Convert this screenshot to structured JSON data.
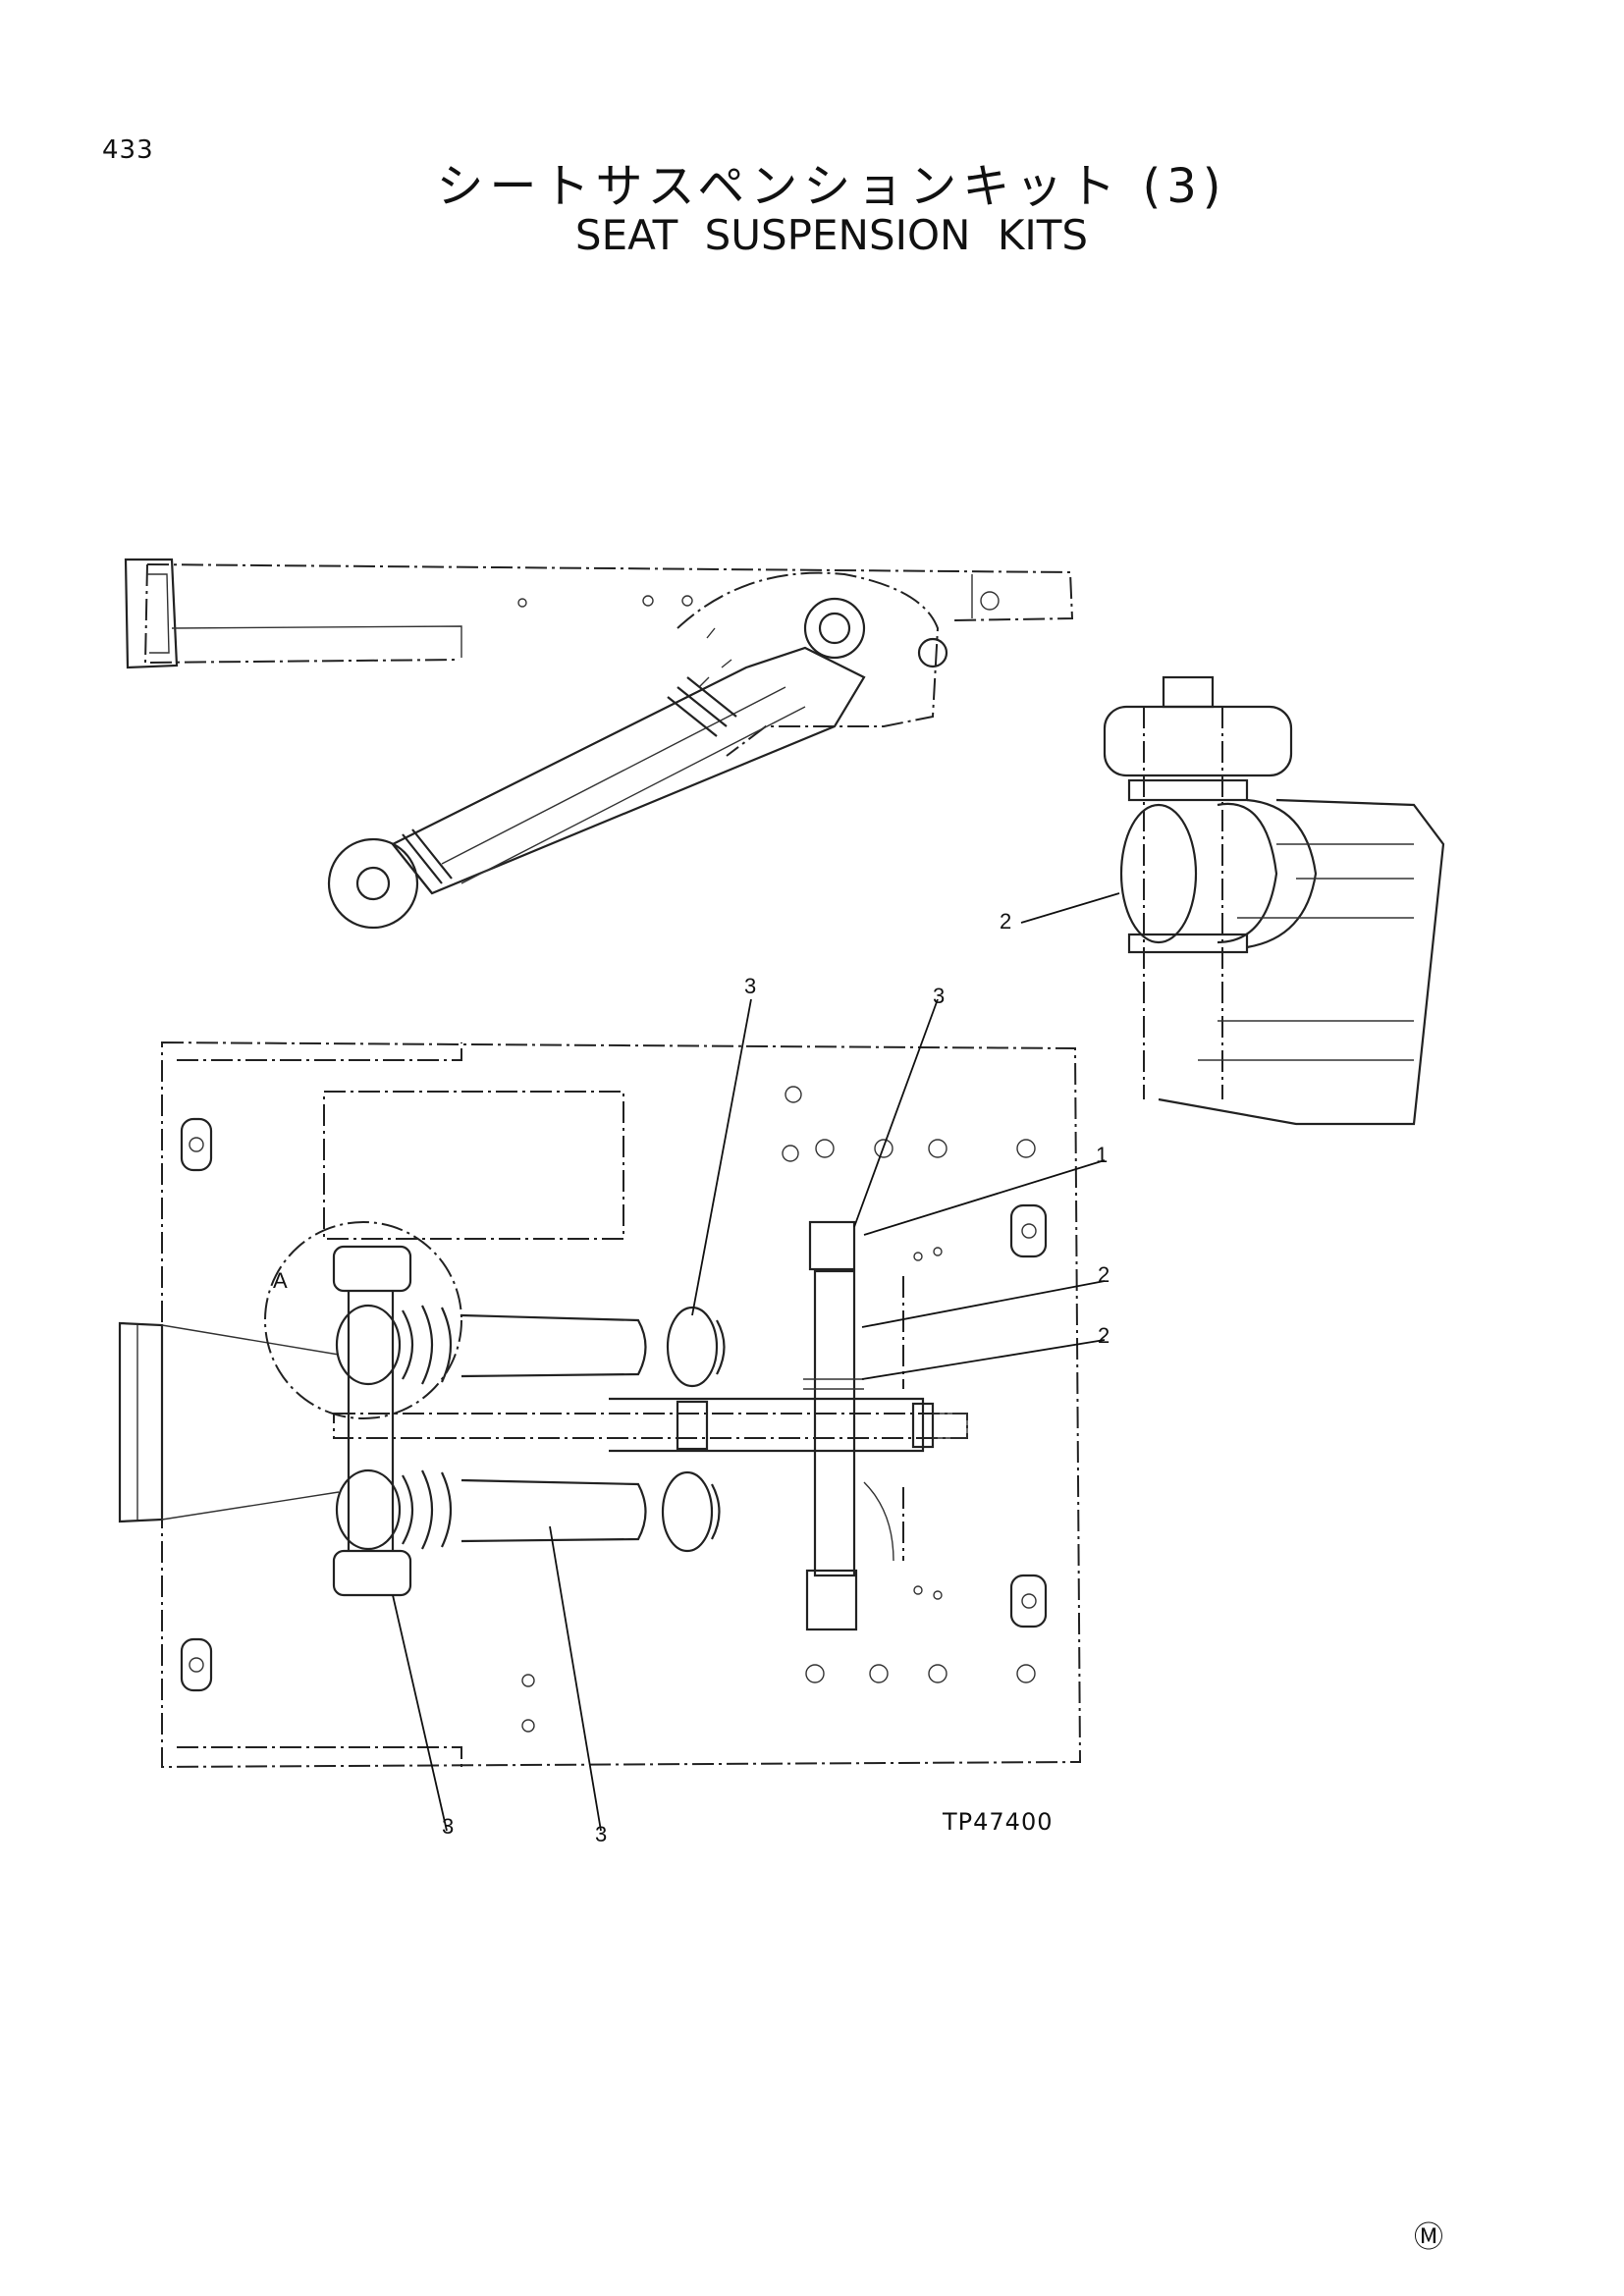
{
  "page": {
    "number": "433",
    "title_jp": "シートサスペンションキット (3)",
    "title_en": "SEAT SUSPENSION KITS",
    "figure_code": "TP47400",
    "corner_mark": "Ⓜ"
  },
  "callouts": {
    "detail_right_2": "2",
    "top_3_a": "3",
    "top_3_b": "3",
    "right_1": "1",
    "right_2_a": "2",
    "right_2_b": "2",
    "bottom_3_a": "3",
    "bottom_3_b": "3",
    "detail_A": "A"
  }
}
